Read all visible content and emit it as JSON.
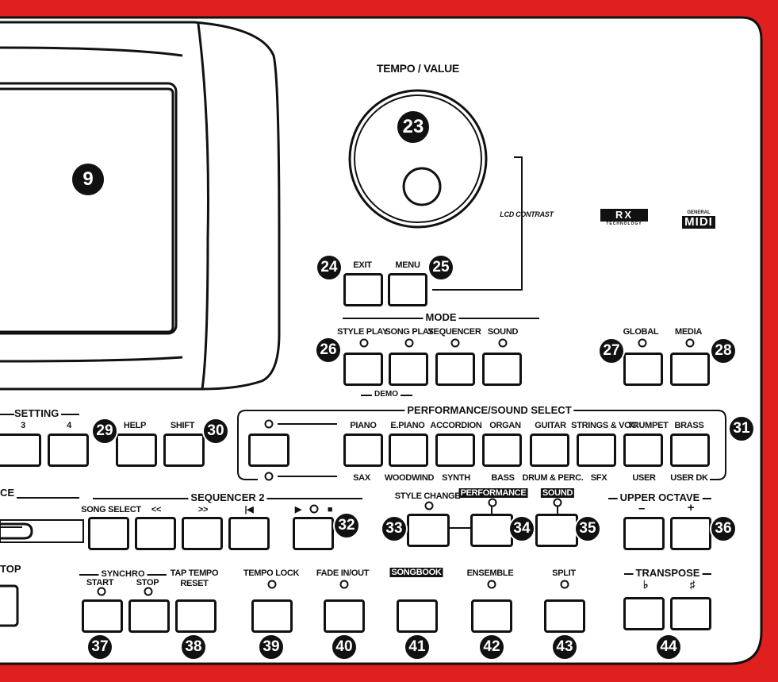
{
  "tempo_value": {
    "title": "TEMPO / VALUE",
    "lcd_contrast": "LCD CONTRAST"
  },
  "logos": {
    "rx": "RX",
    "rx_sub": "TECHNOLOGY",
    "gm_top": "GENERAL",
    "gm_main": "MIDI"
  },
  "nav": {
    "exit": "EXIT",
    "menu": "MENU"
  },
  "mode": {
    "title": "MODE",
    "style_play": "STYLE PLAY",
    "song_play": "SONG PLAY",
    "sequencer": "SEQUENCER",
    "sound": "SOUND",
    "demo": "DEMO"
  },
  "global_media": {
    "global": "GLOBAL",
    "media": "MEDIA"
  },
  "setting": {
    "title": "SETTING",
    "three": "3",
    "four": "4"
  },
  "help": "HELP",
  "shift": "SHIFT",
  "perf_select": {
    "title": "PERFORMANCE/SOUND SELECT",
    "top": [
      "PIANO",
      "E.PIANO",
      "ACCORDION",
      "ORGAN",
      "GUITAR",
      "STRINGS & VOC.",
      "TRUMPET",
      "BRASS"
    ],
    "bottom": [
      "SAX",
      "WOODWIND",
      "SYNTH",
      "BASS",
      "DRUM & PERC.",
      "SFX",
      "USER",
      "USER DK"
    ]
  },
  "left_cut": {
    "ce": "CE",
    "top": "TOP"
  },
  "sequencer2": {
    "title": "SEQUENCER 2",
    "song_select": "SONG SELECT",
    "rew": "<<",
    "ff": ">>",
    "home": "|◀",
    "play": "▶",
    "stop": "■"
  },
  "style_change": "STYLE CHANGE",
  "performance": "PERFORMANCE",
  "sound": "SOUND",
  "upper_octave": {
    "title": "UPPER OCTAVE",
    "minus": "–",
    "plus": "+"
  },
  "synchro": {
    "title": "SYNCHRO",
    "start": "START",
    "stop": "STOP"
  },
  "tap_tempo": "TAP TEMPO",
  "reset": "RESET",
  "tempo_lock": "TEMPO LOCK",
  "fade": "FADE IN/OUT",
  "songbook": "SONGBOOK",
  "ensemble": "ENSEMBLE",
  "split": "SPLIT",
  "transpose": {
    "title": "TRANSPOSE",
    "flat": "♭",
    "sharp": "♯"
  },
  "callouts": {
    "n9": "9",
    "n23": "23",
    "n24": "24",
    "n25": "25",
    "n26": "26",
    "n27": "27",
    "n28": "28",
    "n29": "29",
    "n30": "30",
    "n31": "31",
    "n32": "32",
    "n33": "33",
    "n34": "34",
    "n35": "35",
    "n36": "36",
    "n37": "37",
    "n38": "38",
    "n39": "39",
    "n40": "40",
    "n41": "41",
    "n42": "42",
    "n43": "43",
    "n44": "44"
  },
  "colors": {
    "frame_red": "#e0201f",
    "ink": "#111111",
    "bg": "#ffffff"
  }
}
